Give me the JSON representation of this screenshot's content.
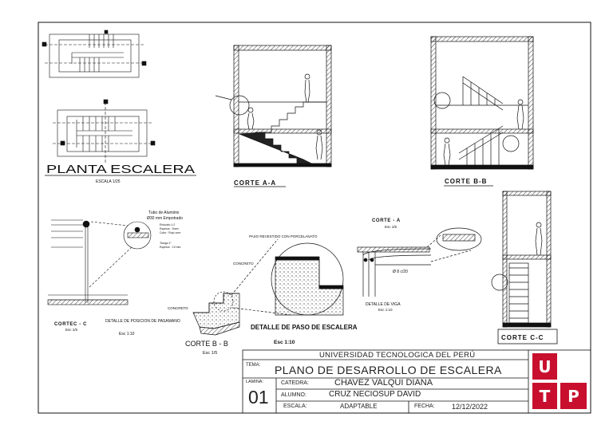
{
  "views": {
    "plan_title": "PLANTA ESCALERA",
    "plan_scale": "ESCALA 1/25",
    "section_aa_title": "CORTE A-A",
    "section_bb_title": "CORTE B-B",
    "section_cc_title": "CORTE C-C",
    "section_bb_detail_title": "CORTE B - B",
    "section_bb_detail_scale": "Esc 1/5",
    "section_a_detail_title": "CORTE - A",
    "section_a_detail_scale": "Esc 1/5",
    "section_c_detail_title": "CORTEC - C",
    "section_c_detail_scale": "Esc 1/5"
  },
  "details": {
    "railing_title": "DETALLE DE POSICION DE PASAMANO",
    "railing_scale": "Esc 1:10",
    "step_title": "DETALLE DE PASO DE ESCALERA",
    "step_scale": "Esc 1:10",
    "beam_title": "DETALLE DE VIGA",
    "beam_scale": "Esc 1:10"
  },
  "annotations": {
    "tube": "Tubo de Aluminio",
    "tube_dim": "Ø30 mm Empotrado",
    "plaster": "Enlucido 1:2",
    "plaster_thickness": "Espesor : 5mm",
    "plaster_color": "Color : Rojo ocre",
    "dowel": "Tarugo 1\"",
    "dowel_depth": "Espesor : 10 mm",
    "step_finish": "PASO REVESTIDO CON PORCELANATO",
    "concrete": "CONCRETO",
    "concrete_b": "CONCRETO",
    "rebar": "Ø 8 c/20"
  },
  "title_block": {
    "university": "UNIVERSIDAD TECNOLOGICA DEL PERÚ",
    "tema_label": "TEMA:",
    "tema": "PLANO DE DESARROLLO DE ESCALERA",
    "lamina_label": "LAMINA:",
    "lamina": "01",
    "catedra_label": "CATEDRA:",
    "catedra": "CHAVEZ VALQUI DIANA",
    "alumno_label": "ALUMNO:",
    "alumno": "CRUZ NECIOSUP DAVID",
    "escala_label": "ESCALA:",
    "escala": "ADAPTABLE",
    "fecha_label": "FECHA:",
    "fecha": "12/12/2022"
  },
  "logo": {
    "letters": [
      "U",
      "T",
      "P"
    ],
    "color": "#c8102e"
  }
}
